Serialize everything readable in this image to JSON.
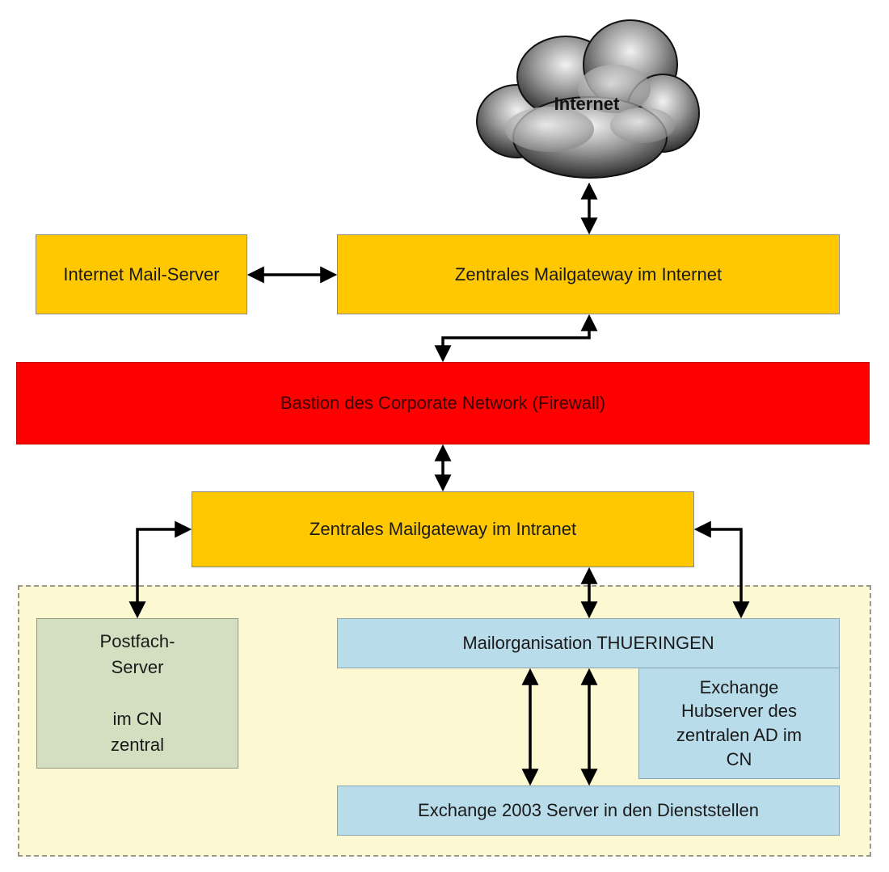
{
  "cloud": {
    "label": "Internet"
  },
  "boxes": {
    "internet_mail_server": "Internet Mail-Server",
    "gateway_internet": "Zentrales Mailgateway im Internet",
    "bastion": "Bastion des Corporate Network (Firewall)",
    "gateway_intranet": "Zentrales Mailgateway im Intranet",
    "postfach": "Postfach-\nServer\n\nim CN\nzentral",
    "mailorganisation": "Mailorganisation THUERINGEN",
    "hubserver": "Exchange\nHubserver des\nzentralen AD im\nCN",
    "exchange2003": "Exchange 2003 Server in den Dienststellen"
  },
  "colors": {
    "gateway": "#ffc800",
    "firewall": "#ff0000",
    "server_blue": "#b9dcea",
    "server_green": "#d3dfc0",
    "zone": "#fcf9d2"
  }
}
